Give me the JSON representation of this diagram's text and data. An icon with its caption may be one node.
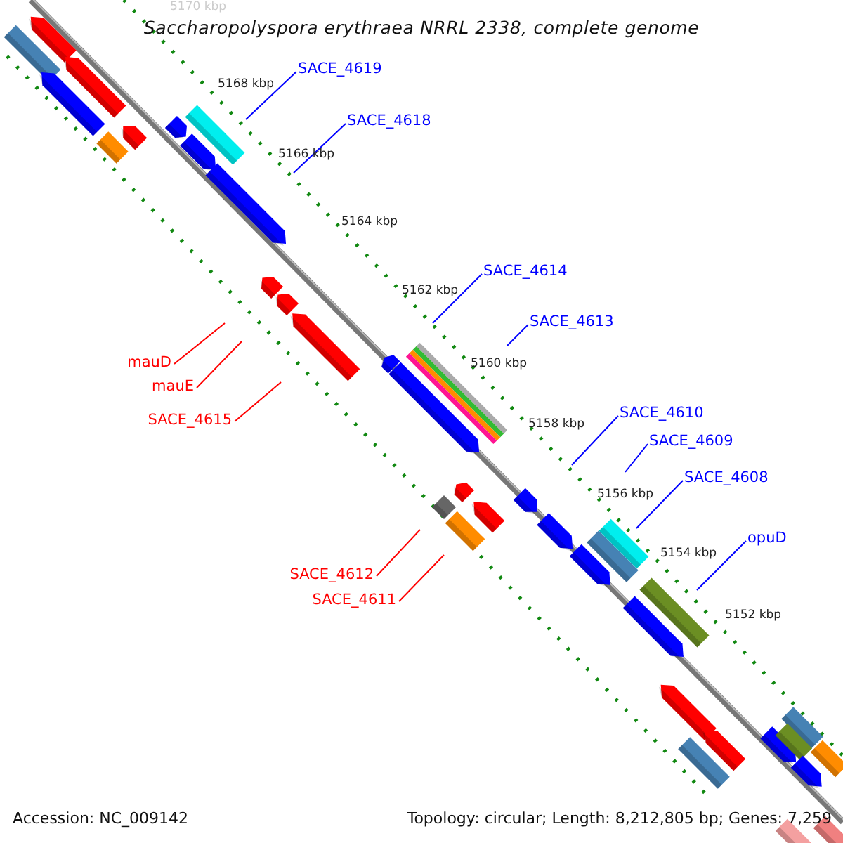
{
  "diagram": {
    "title": "Saccharopolyspora erythraea NRRL 2338, complete genome",
    "nodes": [
      {
        "text": [
          "SACE_4619"
        ]
      },
      {
        "text": [
          "SACE_4618"
        ]
      },
      {
        "text": [
          "SACE_4614"
        ]
      },
      {
        "text": [
          "SACE_4613"
        ]
      },
      {
        "text": [
          "SACE_4610"
        ]
      },
      {
        "text": [
          "SACE_4609"
        ]
      },
      {
        "text": [
          "SACE_4608"
        ]
      },
      {
        "text": [
          "opuD"
        ]
      },
      {
        "text": [
          "mauD"
        ]
      },
      {
        "text": [
          "mauE"
        ]
      },
      {
        "text": [
          "SACE_4615"
        ]
      },
      {
        "text": [
          "SACE_4612"
        ]
      },
      {
        "text": [
          "SACE_4611"
        ]
      }
    ],
    "edges": [
      {
        "from": 0,
        "to": null,
        "arrow": "none"
      },
      {
        "from": 1,
        "to": null,
        "arrow": "none"
      },
      {
        "from": 2,
        "to": null,
        "arrow": "none"
      },
      {
        "from": 3,
        "to": null,
        "arrow": "none"
      },
      {
        "from": 4,
        "to": null,
        "arrow": "none"
      },
      {
        "from": 5,
        "to": null,
        "arrow": "none"
      },
      {
        "from": 6,
        "to": null,
        "arrow": "none"
      },
      {
        "from": 7,
        "to": null,
        "arrow": "none"
      },
      {
        "from": 8,
        "to": null,
        "arrow": "none",
        "color": "#ff0000"
      },
      {
        "from": 9,
        "to": null,
        "arrow": "none",
        "color": "#ff0000"
      },
      {
        "from": 10,
        "to": null,
        "arrow": "none",
        "color": "#ff0000"
      },
      {
        "from": 11,
        "to": null,
        "arrow": "none",
        "color": "#ff0000"
      },
      {
        "from": 12,
        "to": null,
        "arrow": "none",
        "color": "#ff0000"
      }
    ],
    "labels": [
      "5170 kbp",
      "5168 kbp",
      "5166 kbp",
      "5164 kbp",
      "5162 kbp",
      "5160 kbp",
      "5158 kbp",
      "5156 kbp",
      "5154 kbp",
      "5152 kbp",
      "Accession: NC_009142",
      "Topology: circular; Length: 8,212,805 bp; Genes: 7,259"
    ]
  }
}
